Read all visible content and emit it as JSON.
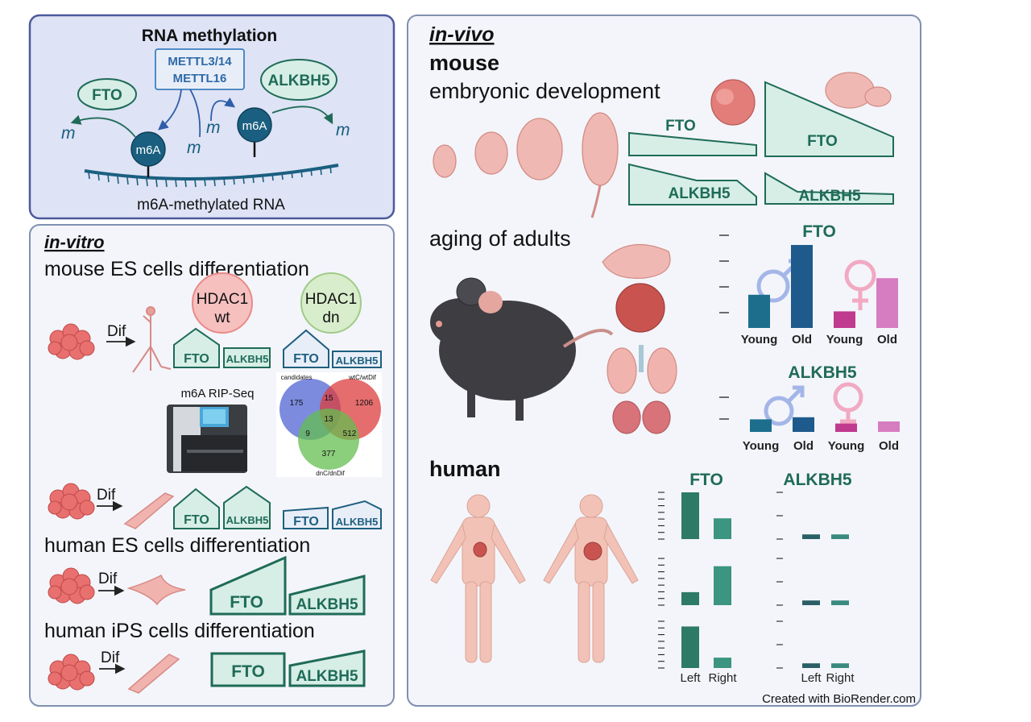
{
  "top_panel": {
    "title": "RNA methylation",
    "writers": [
      "METTL3/14",
      "METTL16"
    ],
    "fto": "FTO",
    "alkbh5": "ALKBH5",
    "m6a_label": "m6A",
    "m_label": "m",
    "rna_label": "m6A-methylated RNA"
  },
  "in_vitro": {
    "heading": "in-vitro",
    "mouse_es": "mouse ES cells differentiation",
    "dif": "Dif",
    "hdac1_wt": [
      "HDAC1",
      "wt"
    ],
    "hdac1_dn": [
      "HDAC1",
      "dn"
    ],
    "fto": "FTO",
    "alkbh5": "ALKBH5",
    "rip_seq": "m6A RIP-Seq",
    "venn": {
      "labels": [
        "candidates",
        "wtC/wtDif",
        "dnC/dnDif"
      ],
      "values": [
        "175",
        "15",
        "1206",
        "13",
        "9",
        "512",
        "377"
      ]
    },
    "human_es": "human ES cells differentiation",
    "human_ips": "human iPS cells differentiation"
  },
  "in_vivo": {
    "heading": "in-vivo",
    "mouse": "mouse",
    "embryonic": "embryonic development",
    "aging": "aging of adults",
    "human": "human",
    "credit": "Created with BioRender.com"
  },
  "chart_data": [
    {
      "type": "bar",
      "title": "FTO",
      "categories": [
        "Young",
        "Old",
        "Young",
        "Old"
      ],
      "values": [
        4,
        10,
        2,
        6
      ],
      "colors": [
        "#1c6e8c",
        "#1f5a8c",
        "#c03a8e",
        "#d67cc0"
      ]
    },
    {
      "type": "bar",
      "title": "ALKBH5",
      "categories": [
        "Young",
        "Old",
        "Young",
        "Old"
      ],
      "values": [
        1.2,
        1.4,
        0.8,
        1.0
      ],
      "colors": [
        "#1c6e8c",
        "#1f5a8c",
        "#c03a8e",
        "#d67cc0"
      ]
    },
    {
      "type": "bar",
      "title": "FTO",
      "categories": [
        "Left",
        "Right"
      ],
      "series_rows": [
        [
          9,
          4
        ],
        [
          2.5,
          7.5
        ],
        [
          8,
          2
        ]
      ],
      "colors": [
        "#2d7a66",
        "#3b9580"
      ]
    },
    {
      "type": "bar",
      "title": "ALKBH5",
      "categories": [
        "Left",
        "Right"
      ],
      "series_rows": [
        [
          1,
          1
        ],
        [
          1,
          1
        ],
        [
          1,
          1
        ]
      ],
      "colors": [
        "#2b5f67",
        "#3b8a80"
      ]
    }
  ],
  "colors": {
    "panel_border": "#8090b0",
    "panel_fill": "#f3f5fa",
    "top_fill": "#dee3f5",
    "top_border": "#4d5a9c",
    "green_dark": "#1f6b57",
    "green_fill": "#d6eee6",
    "blue_dark": "#1e5f7f",
    "rna_blue": "#1a5f80"
  }
}
